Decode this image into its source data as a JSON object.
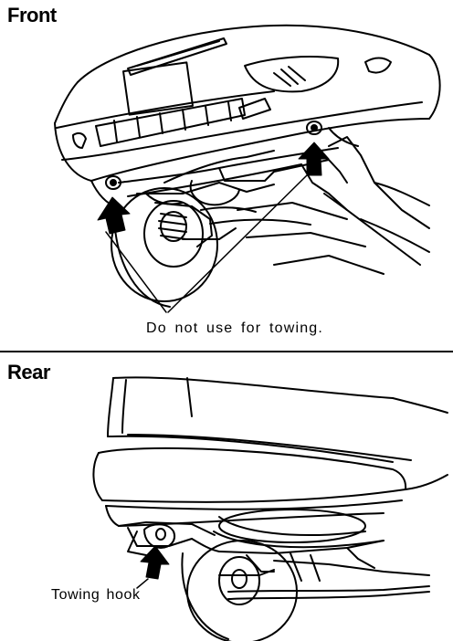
{
  "front": {
    "heading": "Front",
    "caption": "Do not use for towing."
  },
  "rear": {
    "heading": "Rear",
    "caption": "Towing hook"
  },
  "colors": {
    "ink": "#000000",
    "paper": "#ffffff"
  }
}
